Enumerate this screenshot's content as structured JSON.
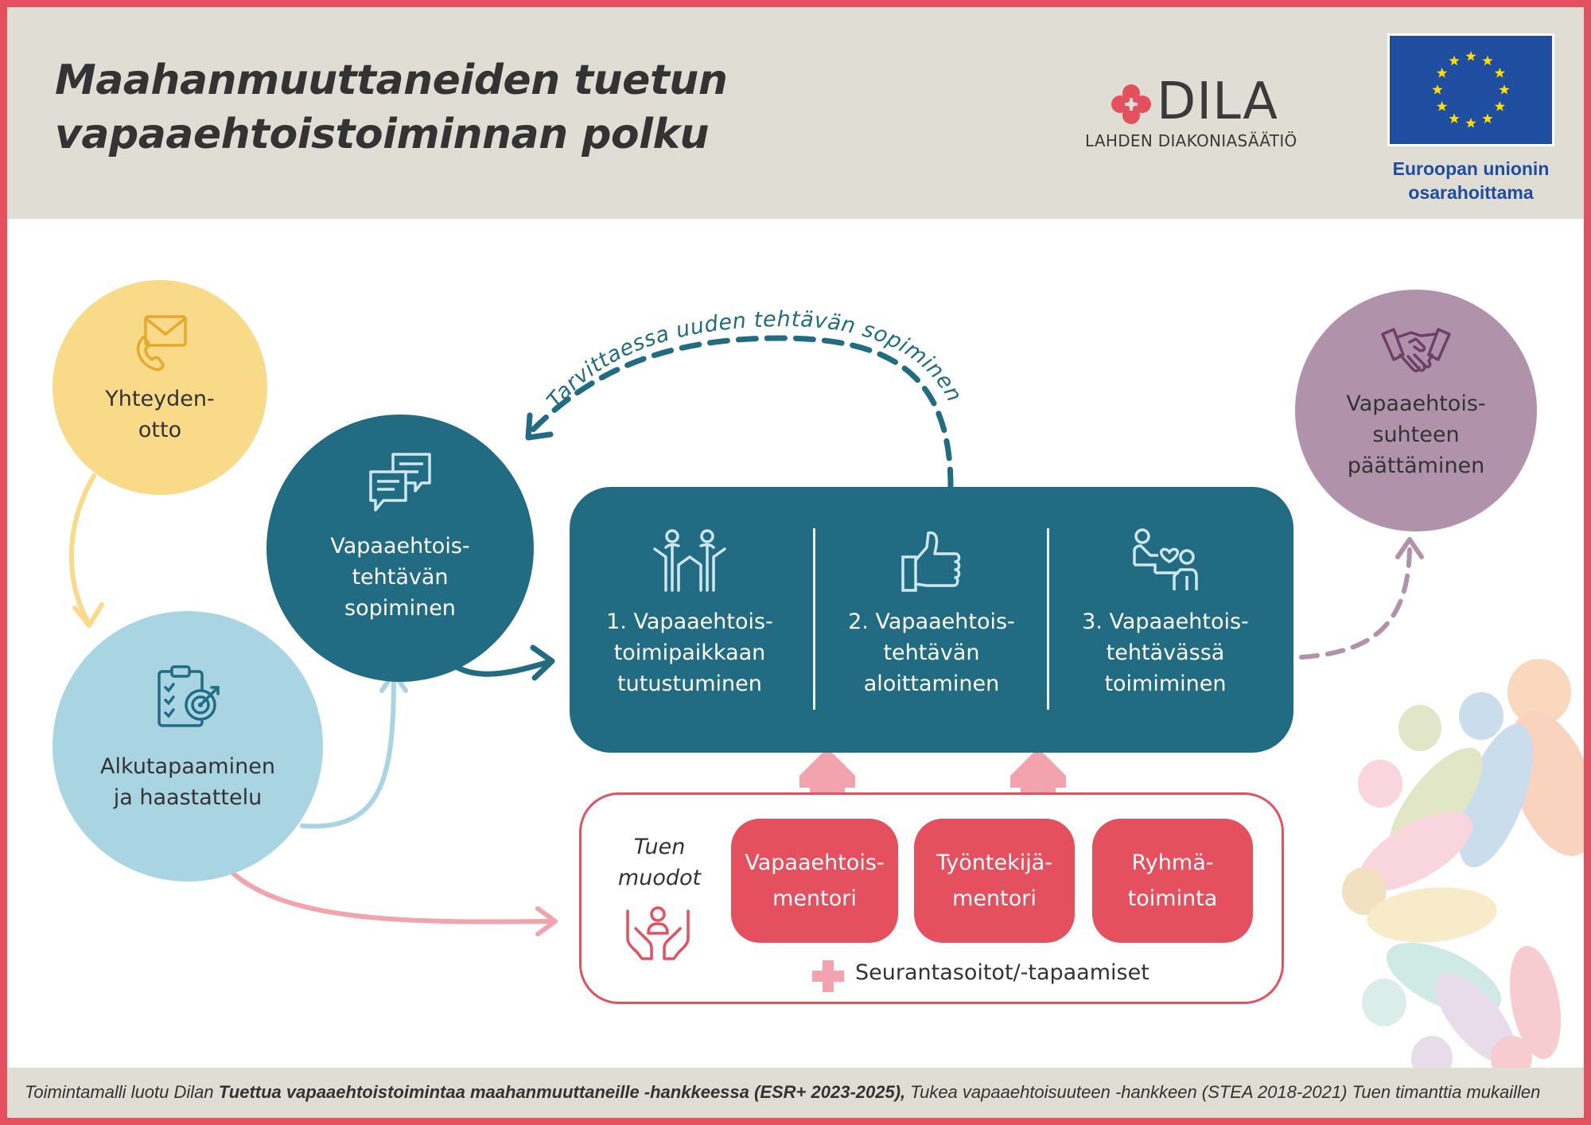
{
  "header": {
    "title_line1": "Maahanmuuttaneiden tuetun",
    "title_line2": "vapaaehtoistoiminnan polku",
    "dila_name": "DILA",
    "dila_subtitle": "LAHDEN DIAKONIASÄÄTIÖ",
    "eu_text_line1": "Euroopan unionin",
    "eu_text_line2": "osarahoittama"
  },
  "nodes": {
    "contact": {
      "label": "Yhteyden-\notto",
      "icon": "envelope-phone-icon"
    },
    "agreement": {
      "label": "Vapaaehtois-\ntehtävän\nsopiminen",
      "icon": "speech-bubbles-icon"
    },
    "initial_meeting": {
      "label": "Alkutapaaminen\nja haastattelu",
      "icon": "checklist-target-icon"
    },
    "ending": {
      "label": "Vapaaehtois-\nsuhteen\npäättäminen",
      "icon": "handshake-icon"
    }
  },
  "loop_label": "Tarvittaessa uuden tehtävän sopiminen",
  "process": {
    "steps": [
      {
        "label": "1. Vapaaehtois-\ntoimipaikkaan\ntutustuminen",
        "icon": "two-people-icon"
      },
      {
        "label": "2. Vapaaehtois-\ntehtävän\naloittaminen",
        "icon": "thumbs-up-icon"
      },
      {
        "label": "3. Vapaaehtois-\ntehtävässä\ntoimiminen",
        "icon": "helping-person-icon"
      }
    ]
  },
  "support": {
    "title": "Tuen\nmuodot",
    "icon": "caring-hands-icon",
    "forms": [
      "Vapaaehtois-\nmentori",
      "Työntekijä-\nmentori",
      "Ryhmä-\ntoiminta"
    ],
    "followup": "Seurantasoitot/-tapaamiset"
  },
  "footer": {
    "text_prefix": "Toimintamalli luotu Dilan ",
    "text_bold": "Tuettua vapaaehtoistoimintaa maahanmuuttaneille -hankkeessa (ESR+ 2023-2025),",
    "text_suffix": " Tukea vapaaehtoisuuteen -hankkeen (STEA 2018-2021) Tuen timanttia mukaillen"
  },
  "colors": {
    "frame": "#e5505f",
    "header_bg": "#e0ddd4",
    "teal": "#216c83",
    "yellow": "#f8da89",
    "light_blue": "#a9d5e2",
    "purple": "#b093ab",
    "red": "#e5505f",
    "pink_arrow": "#f2a3ad",
    "eu_blue": "#1f4ea1",
    "eu_star": "#ffdd00"
  }
}
